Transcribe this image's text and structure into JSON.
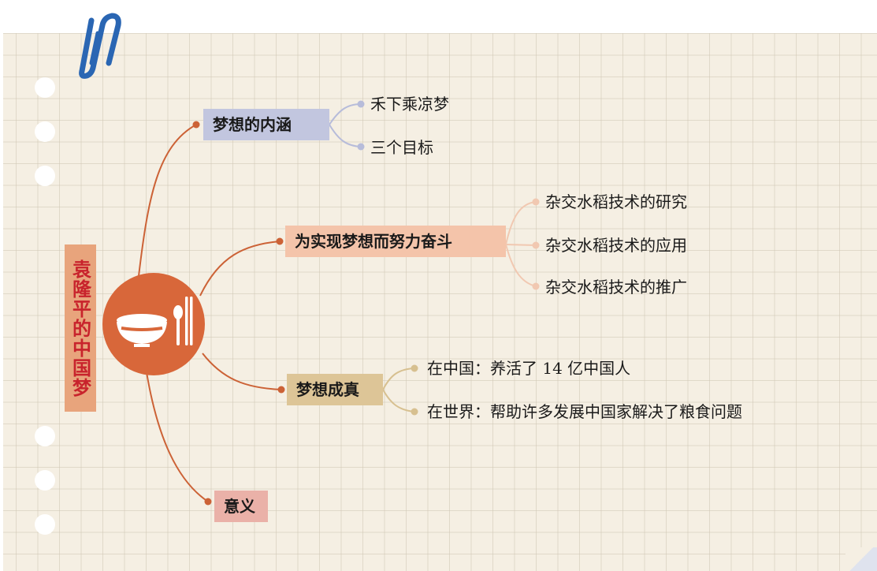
{
  "title": "袁隆平的中国梦",
  "center_icon": "bowl-spoon-chopsticks-icon",
  "colors": {
    "paper": "#f5efe3",
    "title_box": "#e8a47c",
    "title_text": "#c8232c",
    "center_circle": "#d8673a",
    "clip": "#2a66b3"
  },
  "branches": [
    {
      "label": "梦想的内涵",
      "color": "#c2c6df",
      "children": [
        "禾下乘凉梦",
        "三个目标"
      ]
    },
    {
      "label": "为实现梦想而努力奋斗",
      "color": "#f4c4aa",
      "children": [
        "杂交水稻技术的研究",
        "杂交水稻技术的应用",
        "杂交水稻技术的推广"
      ]
    },
    {
      "label": "梦想成真",
      "color": "#ddc597",
      "children": [
        "在中国：养活了 14 亿中国人",
        "在世界：帮助许多发展中国家解决了粮食问题"
      ]
    },
    {
      "label": "意义",
      "color": "#eab1a8",
      "children": []
    }
  ]
}
